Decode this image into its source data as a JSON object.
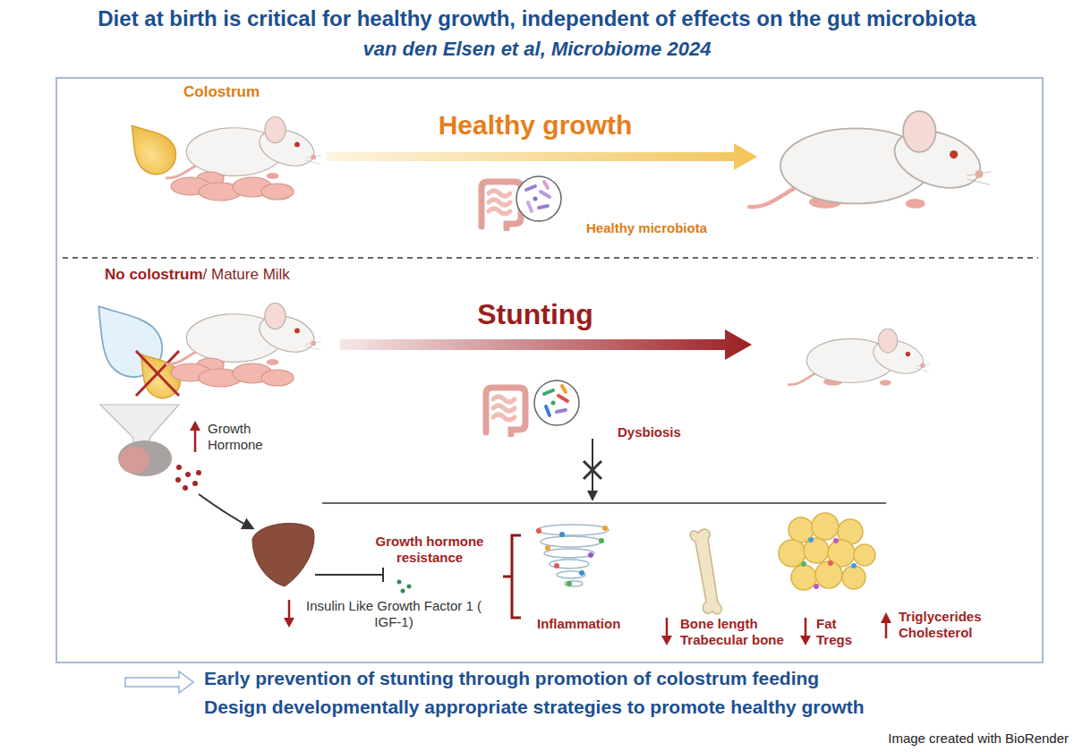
{
  "diagram": {
    "title": "Diet at birth is critical for healthy growth, independent of effects on the gut microbiota",
    "labels": [
      "van den Elsen et al, Microbiome 2024",
      "Colostrum",
      "Healthy growth",
      "Healthy microbiota",
      "No colostrum",
      "/ Mature Milk",
      "Stunting",
      "Dysbiosis",
      "Growth Hormone",
      "Growth hormone resistance",
      "Insulin Like Growth Factor 1 ( IGF-1)",
      "Inflammation",
      "Bone length Trabecular bone",
      "Fat Tregs",
      "Triglycerides Cholesterol",
      "Early prevention of stunting through promotion of colostrum feeding",
      "Design developmentally appropriate strategies to promote healthy growth",
      "Image created with BioRender"
    ]
  }
}
